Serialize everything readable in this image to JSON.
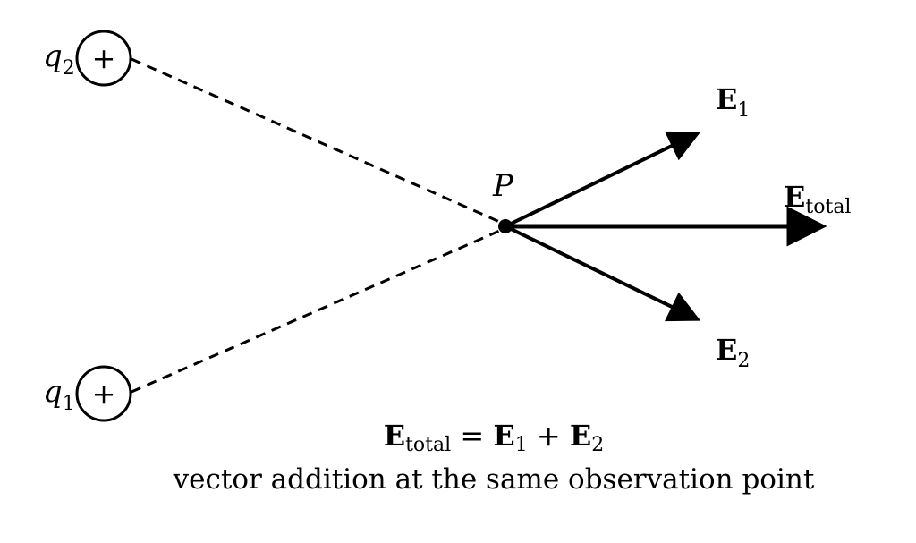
{
  "charges": [
    {
      "symbol": "q",
      "index": "2",
      "sign": "+"
    },
    {
      "symbol": "q",
      "index": "1",
      "sign": "+"
    }
  ],
  "point_label": "P",
  "vectors": [
    {
      "symbol": "E",
      "index": "1"
    },
    {
      "symbol": "E",
      "index": "total"
    },
    {
      "symbol": "E",
      "index": "2"
    }
  ],
  "equation": {
    "lhs": {
      "symbol": "E",
      "index": "total"
    },
    "equals": "=",
    "term1": {
      "symbol": "E",
      "index": "1"
    },
    "plus": "+",
    "term2": {
      "symbol": "E",
      "index": "2"
    }
  },
  "caption": "vector addition at the same observation point"
}
